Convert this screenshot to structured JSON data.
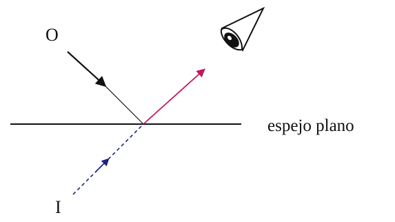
{
  "labels": {
    "object": "O",
    "image": "I",
    "mirror": "espejo plano"
  },
  "icons": {
    "observer": "eye-icon"
  },
  "colors": {
    "incident_ray": "#111111",
    "reflected_ray": "#c2185b",
    "virtual_ray": "#1a237e",
    "mirror": "#111111"
  }
}
